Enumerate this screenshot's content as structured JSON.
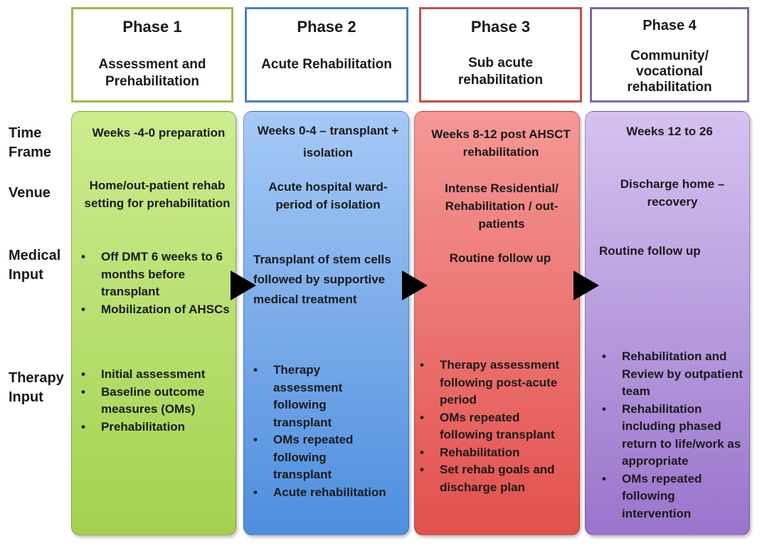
{
  "row_labels": {
    "time_frame": "Time Frame",
    "venue": "Venue",
    "medical_input": "Medical Input",
    "therapy_input": "Therapy Input"
  },
  "phases": [
    {
      "title": "Phase 1",
      "subtitle": "Assessment and Prehabilitation",
      "header_color": "#9dbb50",
      "time_frame": "Weeks -4-0 preparation",
      "venue": "Home/out-patient rehab setting for prehabilitation",
      "medical_input": [
        "Off DMT  6 weeks to 6 months before transplant",
        "Mobilization of AHSCs"
      ],
      "therapy_input": [
        "Initial assessment",
        "Baseline outcome measures (OMs)",
        "Prehabilitation"
      ]
    },
    {
      "title": "Phase 2",
      "subtitle": "Acute Rehabilitation",
      "header_color": "#4f7fbf",
      "time_frame": "Weeks 0-4 – transplant + isolation",
      "venue": "Acute hospital ward-period of isolation",
      "medical_input": "Transplant of stem cells followed by supportive medical treatment",
      "therapy_input": [
        "Therapy assessment following transplant",
        "OMs repeated following transplant",
        "Acute rehabilitation"
      ]
    },
    {
      "title": "Phase 3",
      "subtitle": "Sub acute rehabilitation",
      "header_color": "#c0504d",
      "time_frame": "Weeks 8-12 post AHSCT rehabilitation",
      "venue": "Intense Residential/ Rehabilitation / out-patients",
      "medical_input": "Routine follow up",
      "therapy_input": [
        "Therapy assessment following post-acute period",
        "OMs repeated following  transplant",
        "Rehabilitation",
        "Set rehab goals and discharge plan"
      ]
    },
    {
      "title": "Phase 4",
      "subtitle": "Community/ vocational rehabilitation",
      "header_color": "#8064a2",
      "time_frame": "Weeks 12 to 26",
      "venue": "Discharge home – recovery",
      "medical_input": "Routine follow up",
      "therapy_input": [
        "Rehabilitation and Review by outpatient team",
        "Rehabilitation including phased return to life/work as appropriate",
        "OMs repeated following intervention"
      ]
    }
  ]
}
